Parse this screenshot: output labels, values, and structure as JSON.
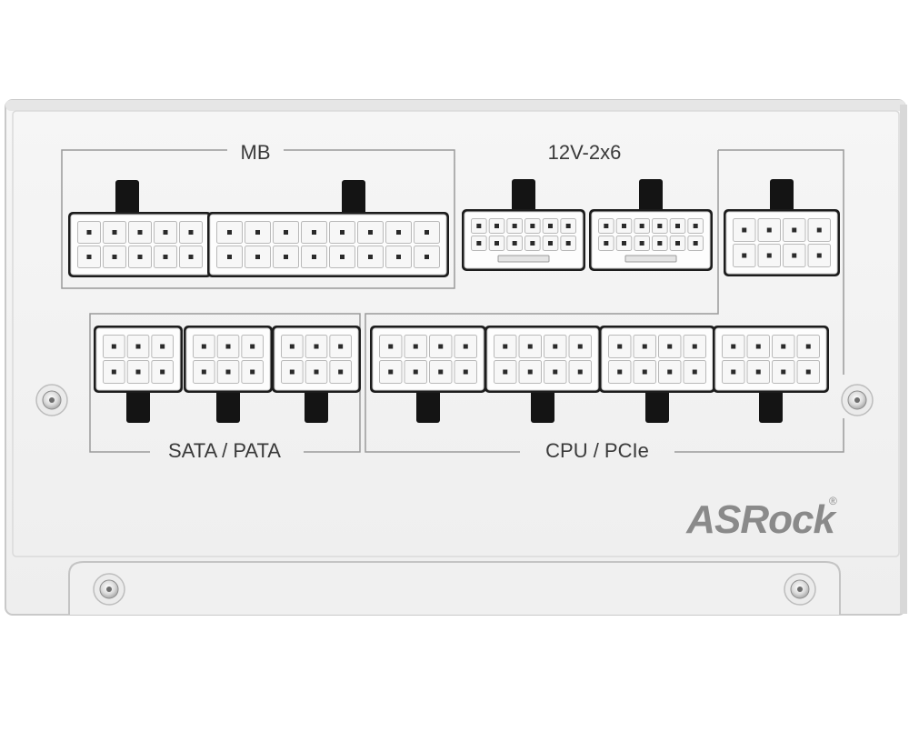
{
  "labels": {
    "mb": "MB",
    "gpu_12v": "12V-2x6",
    "sata_pata": "SATA / PATA",
    "cpu_pcie": "CPU / PCIe"
  },
  "brand": {
    "logo_text": "ASRock",
    "registered_mark": "®"
  },
  "colors": {
    "panel": "#f3f3f3",
    "connector_body": "#fdfdfd",
    "latch": "#141414",
    "guide_line": "#9a9a9a",
    "logo": "#8a8a8a"
  },
  "connectors": {
    "mb": [
      {
        "id": "mb-10pin",
        "cols": 5,
        "rows": 2
      },
      {
        "id": "mb-16pin",
        "cols": 8,
        "rows": 2
      }
    ],
    "gpu_12v_2x6": [
      {
        "id": "12v-2x6-1",
        "cols": 6,
        "rows": 2
      },
      {
        "id": "12v-2x6-2",
        "cols": 6,
        "rows": 2
      }
    ],
    "cpu_aux": [
      {
        "id": "cpu-aux-8pin",
        "cols": 4,
        "rows": 2
      }
    ],
    "sata_pata": [
      {
        "id": "sata-pata-1",
        "cols": 3,
        "rows": 2
      },
      {
        "id": "sata-pata-2",
        "cols": 3,
        "rows": 2
      },
      {
        "id": "sata-pata-3",
        "cols": 3,
        "rows": 2
      }
    ],
    "cpu_pcie": [
      {
        "id": "cpu-pcie-1",
        "cols": 4,
        "rows": 2
      },
      {
        "id": "cpu-pcie-2",
        "cols": 4,
        "rows": 2
      },
      {
        "id": "cpu-pcie-3",
        "cols": 4,
        "rows": 2
      },
      {
        "id": "cpu-pcie-4",
        "cols": 4,
        "rows": 2
      }
    ]
  },
  "screws": 4
}
